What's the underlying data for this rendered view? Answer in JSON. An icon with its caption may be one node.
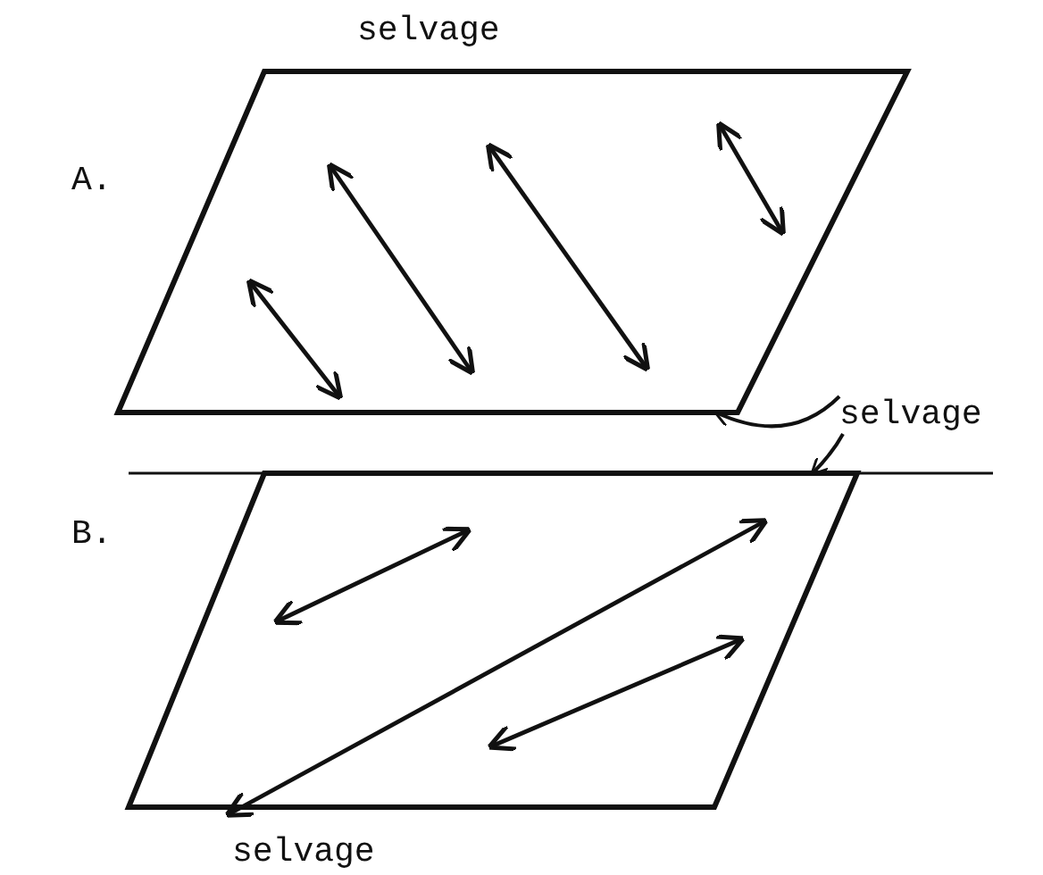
{
  "diagram": {
    "nodes": [
      {
        "text": [],
        "shape": "box",
        "beside": [
          "selvage",
          "A."
        ]
      },
      {
        "text": [
          "selvage"
        ]
      },
      {
        "text": [],
        "shape": "bar"
      },
      {
        "text": [],
        "shape": "box",
        "beside": [
          "B.",
          "selvage"
        ]
      }
    ],
    "edges": [
      {
        "from": 1,
        "to": 0,
        "arrow": "to"
      },
      {
        "from": 1,
        "to": 2,
        "arrow": "to"
      }
    ]
  }
}
